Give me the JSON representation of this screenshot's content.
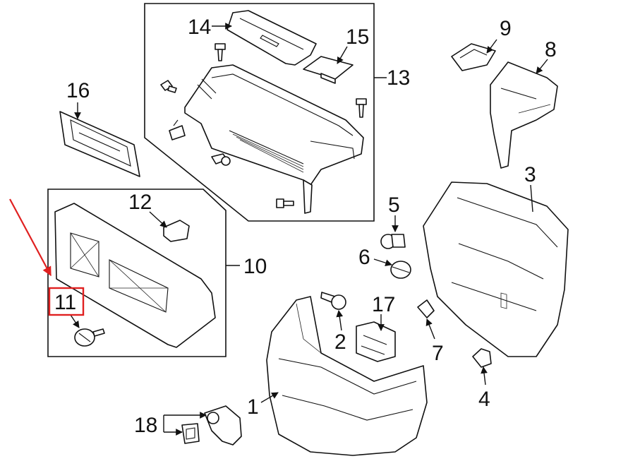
{
  "callouts": {
    "c1": "1",
    "c2": "2",
    "c3": "3",
    "c4": "4",
    "c5": "5",
    "c6": "6",
    "c7": "7",
    "c8": "8",
    "c9": "9",
    "c10": "10",
    "c11": "11",
    "c12": "12",
    "c13": "13",
    "c14": "14",
    "c15": "15",
    "c16": "16",
    "c17": "17",
    "c18": "18"
  },
  "colors": {
    "line": "#111111",
    "highlight": "#e02020",
    "background": "#ffffff"
  },
  "highlighted_part": "11"
}
